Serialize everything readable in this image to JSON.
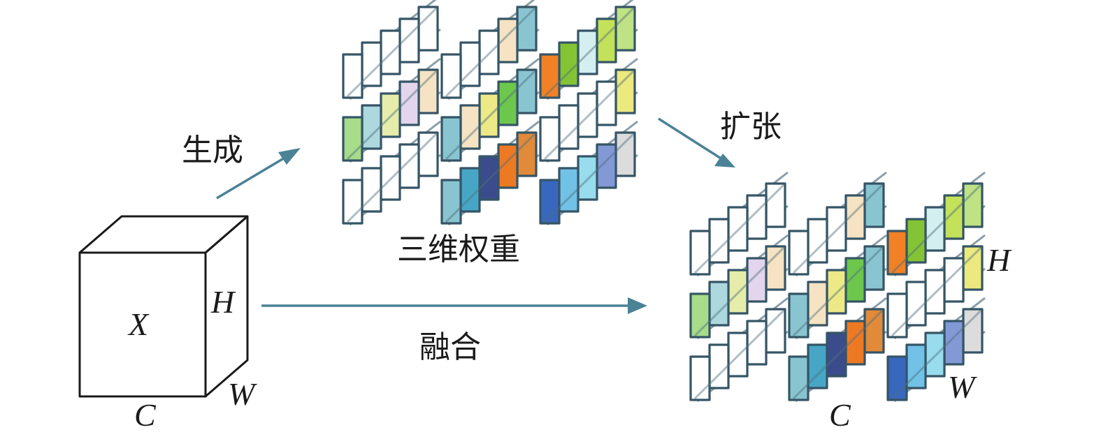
{
  "labels": {
    "generate": "生成",
    "expand": "扩张",
    "weights_3d": "三维权重",
    "fuse": "融合",
    "input_tensor": "X",
    "dim_h": "H",
    "dim_w": "W",
    "dim_c": "C"
  },
  "colors": {
    "arrow": "#4a8296",
    "cell_stroke": "#355566",
    "cube_stroke": "#1a1a1a"
  },
  "weight_groups": [
    {
      "rows": [
        [
          "#ffffff",
          "#ffffff",
          "#ffffff",
          "#ffffff",
          "#ffffff"
        ],
        [
          "#a6dc8a",
          "#acd8de",
          "#e6edaa",
          "#e3d5ee",
          "#f6e3c3"
        ],
        [
          "#ffffff",
          "#ffffff",
          "#ffffff",
          "#ffffff",
          "#ffffff"
        ]
      ]
    },
    {
      "rows": [
        [
          "#ffffff",
          "#ffffff",
          "#ffffff",
          "#f6e3c3",
          "#88c5d0"
        ],
        [
          "#88c5d0",
          "#f6e3c3",
          "#ece986",
          "#6cc74c",
          "#88c5d0"
        ],
        [
          "#88c5d0",
          "#47a6c6",
          "#3a4c8c",
          "#ee7923",
          "#e08a3a"
        ]
      ]
    },
    {
      "rows": [
        [
          "#f28125",
          "#84c434",
          "#d4eff0",
          "#c4e15a",
          "#bee284"
        ],
        [
          "#ffffff",
          "#ffffff",
          "#ffffff",
          "#ffffff",
          "#ece97e"
        ],
        [
          "#3867be",
          "#72c2e8",
          "#98dcee",
          "#8399d6",
          "#dcdcdc"
        ]
      ]
    }
  ]
}
